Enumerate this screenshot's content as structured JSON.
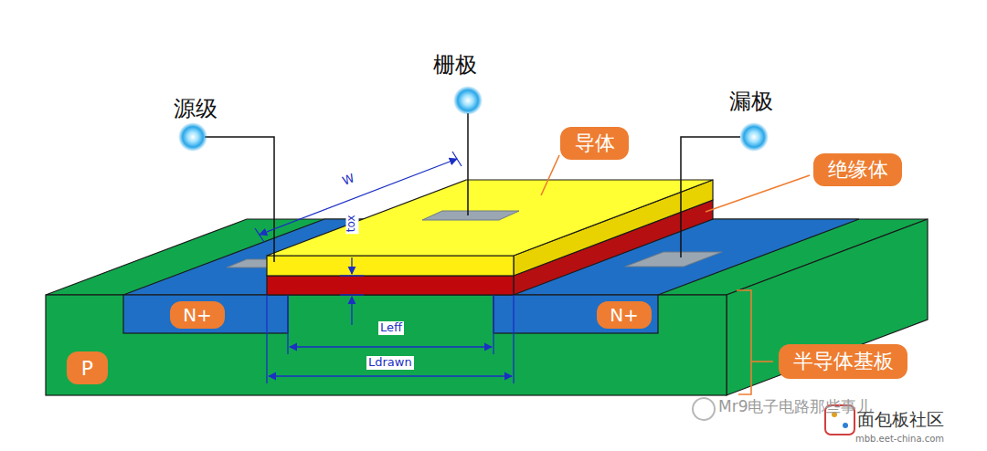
{
  "diagram": {
    "nodes": [
      {
        "text": [
          "导体"
        ]
      },
      {
        "text": [
          "绝缘体"
        ]
      },
      {
        "text": [
          "半导体基板"
        ]
      },
      {
        "text": [
          "N+"
        ]
      },
      {
        "text": [
          "N+"
        ]
      },
      {
        "text": [
          "P"
        ]
      }
    ],
    "labels": [
      "源级",
      "栅极",
      "漏极",
      "W",
      "tox",
      "Leff",
      "Ldrawn",
      "Mr9电子电路那些事儿",
      "面包板社区",
      "mbb.eet-china.com"
    ]
  }
}
